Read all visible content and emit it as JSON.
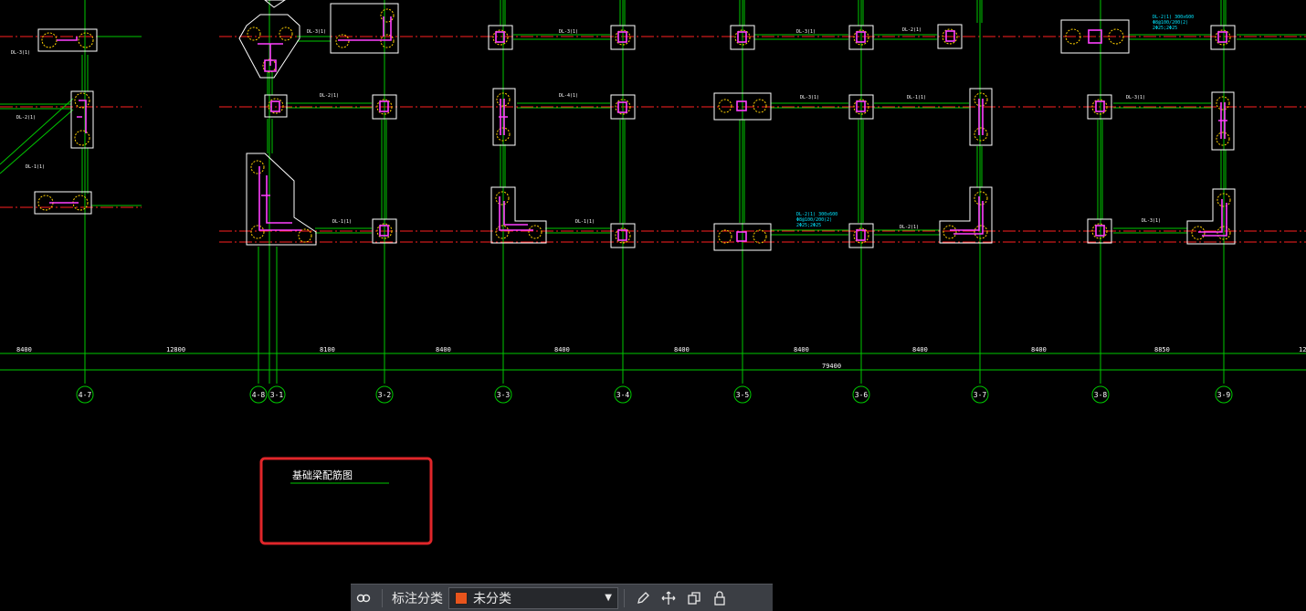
{
  "drawing": {
    "dimensions_upper": [
      "8400",
      "12800",
      "8100",
      "8400",
      "8400",
      "8400",
      "8400",
      "8400",
      "8400",
      "8850",
      "12"
    ],
    "dimension_total": "79400",
    "axes": [
      {
        "label": "4-7"
      },
      {
        "label": "4-8"
      },
      {
        "label": "3-1"
      },
      {
        "label": "3-2"
      },
      {
        "label": "3-3"
      },
      {
        "label": "3-4"
      },
      {
        "label": "3-5"
      },
      {
        "label": "3-6"
      },
      {
        "label": "3-7"
      },
      {
        "label": "3-8"
      },
      {
        "label": "3-9"
      }
    ],
    "title": "基础梁配筋图",
    "beam_labels": [
      "DL-3(1)",
      "DL-2(1)",
      "DL-1(1)",
      "DL-4(1)"
    ],
    "notes": [
      "DL-2(1) 300x600",
      "Φ8@100/200(2)",
      "2Φ25;2Φ25"
    ]
  },
  "highlight": {
    "color": "#e0262a"
  },
  "toolbar": {
    "filter_icon": "link-icon",
    "category_label": "标注分类",
    "selected_category": "未分类",
    "swatch_color": "#e8541c",
    "tools": [
      "edit-icon",
      "move-icon",
      "copy-icon",
      "lock-icon"
    ]
  },
  "colors": {
    "grid_green": "#00c800",
    "axis_red": "#ff2020",
    "column_magenta": "#ff40ff",
    "outline_white": "#ffffff",
    "pile_yellow": "#ffd000"
  }
}
